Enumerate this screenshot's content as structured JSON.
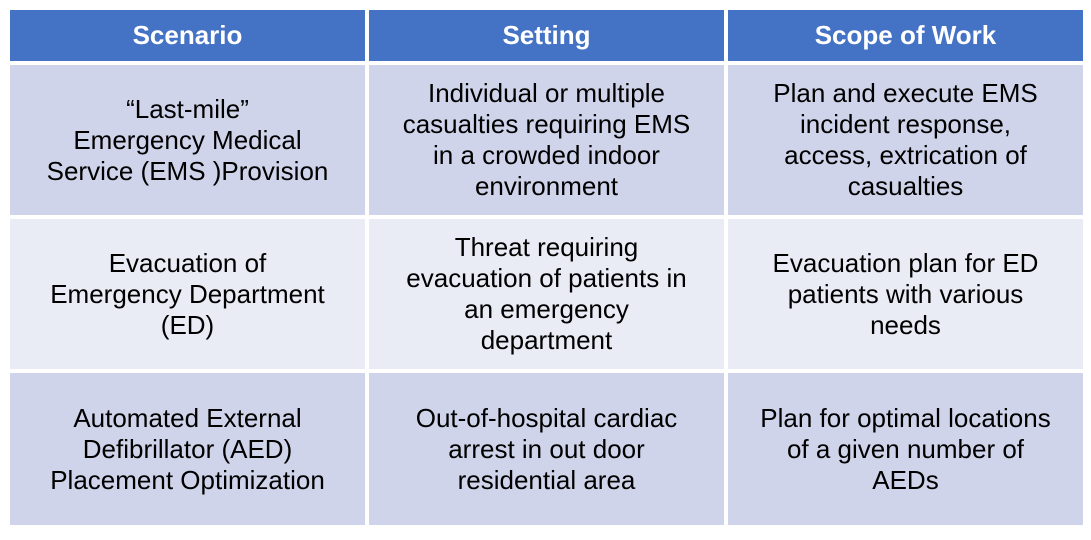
{
  "table": {
    "columns": [
      "Scenario",
      "Setting",
      "Scope of Work"
    ],
    "rows": [
      [
        "“Last-mile”\nEmergency Medical\nService (EMS )Provision",
        "Individual or multiple\ncasualties requiring EMS\nin a crowded indoor\nenvironment",
        "Plan and execute EMS\nincident response,\naccess, extrication of\ncasualties"
      ],
      [
        "Evacuation of\nEmergency Department\n(ED)",
        "Threat requiring\nevacuation of patients in\nan emergency\ndepartment",
        "Evacuation plan for ED\npatients with various\nneeds"
      ],
      [
        "Automated External\nDefibrillator (AED)\nPlacement Optimization",
        "Out-of-hospital cardiac\narrest in out door\nresidential area",
        "Plan for optimal locations\nof a given number of\nAEDs"
      ]
    ]
  },
  "colors": {
    "header_bg": "#4472C4",
    "header_text": "#FFFFFF",
    "band_dark": "#CFD4EA",
    "band_light": "#E9EBF5",
    "body_text": "#000000",
    "cell_gap": "#FFFFFF"
  }
}
